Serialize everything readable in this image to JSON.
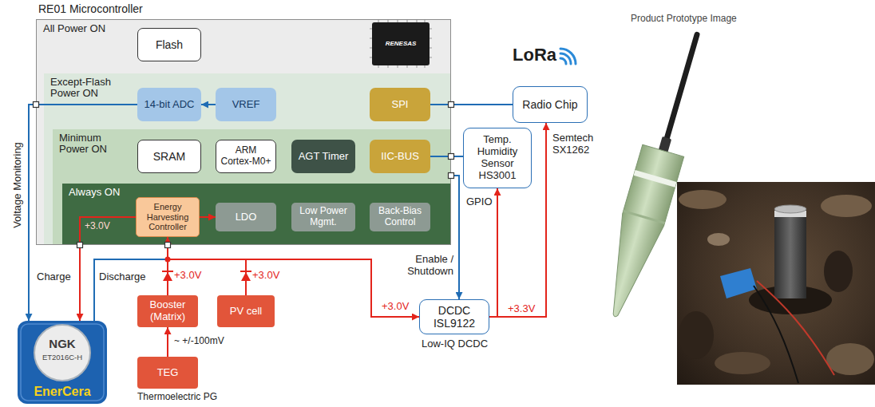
{
  "diagram": {
    "nodes": [
      {
        "text": [
          "RE01 Microcontroller"
        ]
      },
      {
        "text": [
          "All Power ON"
        ],
        "in": 0
      },
      {
        "text": [
          "Flash"
        ],
        "in": 1
      },
      {
        "text": [
          "Except-Flash Power ON"
        ],
        "in": 1
      },
      {
        "text": [
          "14-bit ADC"
        ],
        "in": 3
      },
      {
        "text": [
          "VREF"
        ],
        "in": 3
      },
      {
        "text": [
          "SPI"
        ],
        "in": 3
      },
      {
        "text": [
          "Minimum Power ON"
        ],
        "in": 3
      },
      {
        "text": [
          "SRAM"
        ],
        "in": 7
      },
      {
        "text": [
          "ARM Cortex-M0+"
        ],
        "in": 7
      },
      {
        "text": [
          "AGT Timer"
        ],
        "in": 7
      },
      {
        "text": [
          "IIC-BUS"
        ],
        "in": 7
      },
      {
        "text": [
          "Always ON"
        ],
        "in": 7
      },
      {
        "text": [
          "Energy Harvesting Controller"
        ],
        "in": 12
      },
      {
        "text": [
          "LDO"
        ],
        "in": 12
      },
      {
        "text": [
          "Low Power Mgmt."
        ],
        "in": 12
      },
      {
        "text": [
          "Back-Bias Control"
        ],
        "in": 12
      },
      {
        "text": [
          "Radio Chip"
        ]
      },
      {
        "text": [
          "Temp. Humidity Sensor HS3001"
        ]
      },
      {
        "text": [
          "NGK",
          "ET2016C-H",
          "EnerCera"
        ]
      },
      {
        "text": [
          "Booster (Matrix)"
        ]
      },
      {
        "text": [
          "PV cell"
        ]
      },
      {
        "text": [
          "TEG"
        ]
      },
      {
        "text": [
          "DCDC ISL9122"
        ]
      }
    ],
    "edges": [
      {
        "from": 5,
        "to": 4,
        "arrow": "to"
      },
      {
        "from": 6,
        "to": 17,
        "arrow": "none"
      },
      {
        "from": 11,
        "to": 18,
        "arrow": "none"
      },
      {
        "from": 13,
        "to": 14,
        "arrow": "to"
      },
      {
        "from": 20,
        "to": 13,
        "arrow": "to"
      },
      {
        "from": 21,
        "to": 13,
        "arrow": "to"
      },
      {
        "from": 22,
        "to": 20,
        "arrow": "to",
        "label": "~ +/-100mV"
      },
      {
        "from": 13,
        "to": 23,
        "arrow": "to",
        "label": "+3.0V"
      },
      {
        "from": 23,
        "to": 18,
        "arrow": "to"
      },
      {
        "from": 23,
        "to": 17,
        "arrow": "to"
      },
      {
        "from": 7,
        "to": 23,
        "arrow": "to",
        "label": "Enable / Shutdown"
      },
      {
        "from": 4,
        "to": 19,
        "arrow": "to",
        "label": "Voltage Monitoring"
      },
      {
        "from": 13,
        "to": 19,
        "arrow": "to",
        "label": "Charge"
      },
      {
        "from": 19,
        "to": 13,
        "arrow": "to",
        "label": "Discharge"
      }
    ],
    "labels": [
      "Product Prototype Image",
      "RENESAS",
      "LoRa",
      "Semtech SX1262",
      "+3.3V",
      "GPIO",
      "Low-IQ DCDC",
      "+3.0V",
      "+3.0V",
      "+3.0V",
      "Thermoelectric PG"
    ]
  }
}
